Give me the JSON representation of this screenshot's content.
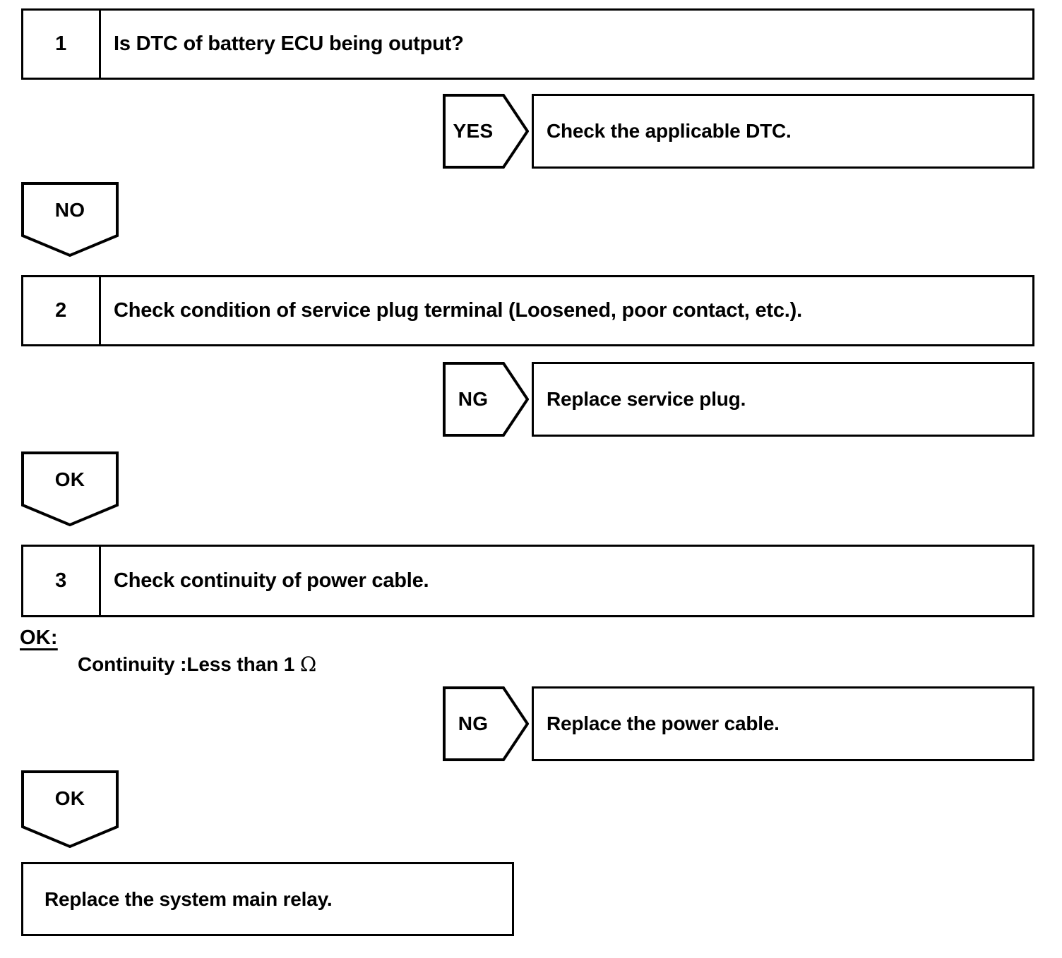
{
  "diagram": {
    "type": "troubleshooting-flowchart",
    "title": "Battery ECU / power cable troubleshooting",
    "line_color": "#000000",
    "background_color": "#ffffff"
  },
  "steps": [
    {
      "number": "1",
      "text": "Is DTC of battery ECU being output?"
    },
    {
      "number": "2",
      "text": "Check condition of service plug terminal (Loosened, poor contact, etc.)."
    },
    {
      "number": "3",
      "text": "Check continuity of power cable."
    }
  ],
  "branches": {
    "yes_1": {
      "label": "YES",
      "result": "Check the applicable DTC."
    },
    "no_1": {
      "label": "NO"
    },
    "ng_2": {
      "label": "NG",
      "result": "Replace service plug."
    },
    "ok_2": {
      "label": "OK"
    },
    "ng_3": {
      "label": "NG",
      "result": "Replace the power cable."
    },
    "ok_3": {
      "label": "OK"
    }
  },
  "spec_note": {
    "title": "OK:",
    "text_before": "Continuity :Less than 1 ",
    "symbol": "Ω"
  },
  "conclusion": {
    "text": "Replace the system main relay."
  }
}
